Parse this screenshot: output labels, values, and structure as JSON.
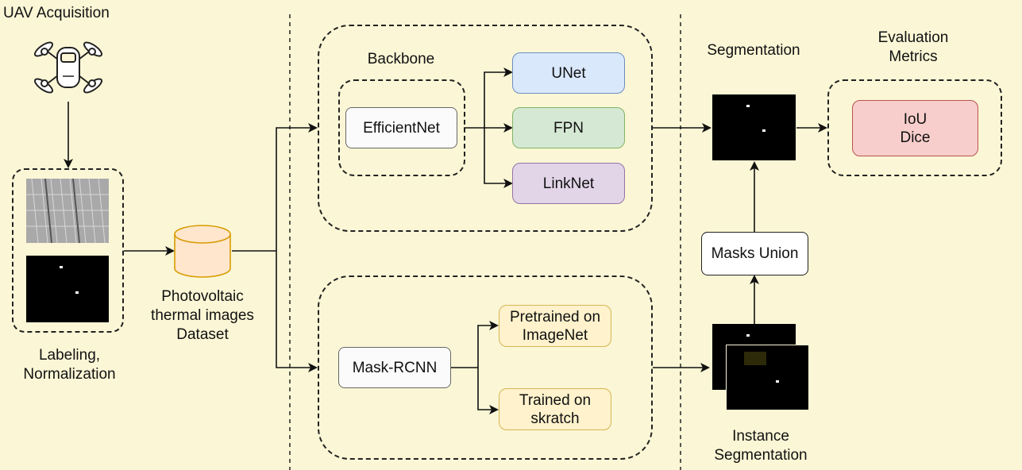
{
  "colors": {
    "background": "#fbf7d6",
    "unet_fill": "#dae8fc",
    "fpn_fill": "#d5e8d4",
    "linknet_fill": "#e1d5e7",
    "pretrained_fill": "#fff2cc",
    "metrics_fill": "#f8cecc",
    "dataset_fill": "#ffe6cc"
  },
  "acquisition": {
    "title": "UAV Acquisition",
    "icon": "drone-icon"
  },
  "labeling": {
    "caption": "Labeling,\nNormalization",
    "thermal_image": "thermal-panel-image",
    "mask_image": "binary-mask-image"
  },
  "dataset": {
    "caption": "Photovoltaic\nthermal images\nDataset",
    "icon": "database-icon"
  },
  "semantic_branch": {
    "backbone_label": "Backbone",
    "backbone": "EfficientNet",
    "models": [
      "UNet",
      "FPN",
      "LinkNet"
    ]
  },
  "instance_branch": {
    "model": "Mask-RCNN",
    "variants": [
      "Pretrained on\nImageNet",
      "Trained on\nskratch"
    ]
  },
  "segmentation": {
    "title": "Segmentation"
  },
  "instance_segmentation": {
    "caption": "Instance\nSegmentation"
  },
  "masks_union": {
    "label": "Masks Union"
  },
  "evaluation": {
    "title": "Evaluation\nMetrics",
    "metrics": "IoU\nDice"
  }
}
